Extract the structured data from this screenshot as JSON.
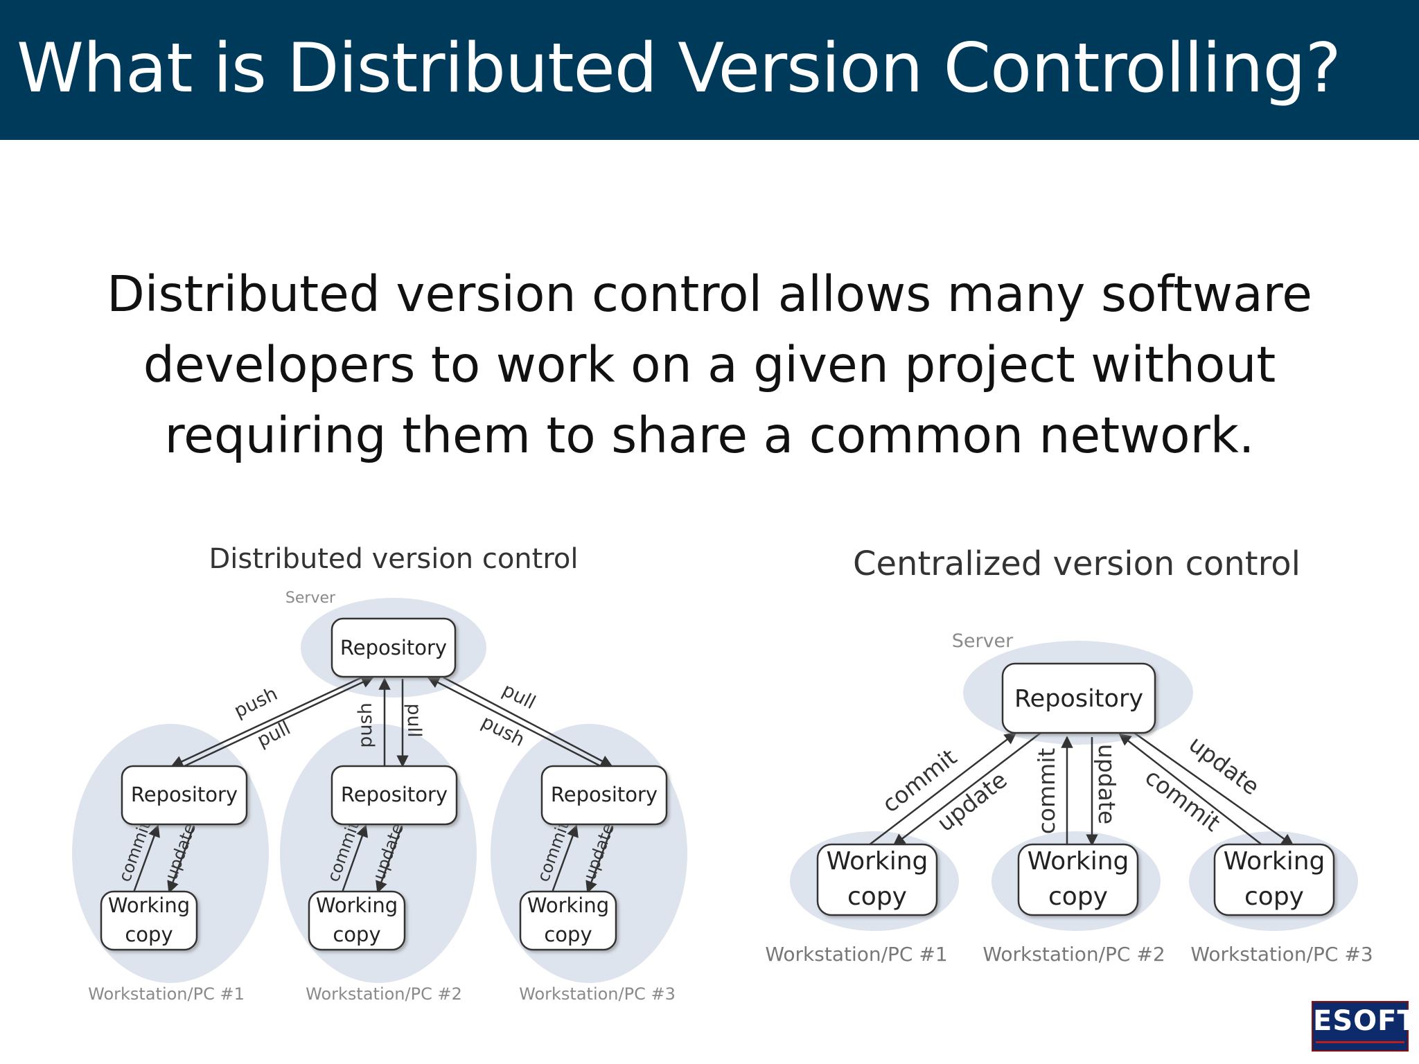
{
  "slide": {
    "title": "What is Distributed Version Controlling?",
    "body_lines": [
      "Distributed version control allows many software",
      "developers to work on a given project without",
      "requiring them to share a common network."
    ]
  },
  "distributed": {
    "title": "Distributed version control",
    "server_label": "Server",
    "repository_label": "Repository",
    "working_copy_lines": [
      "Working",
      "copy"
    ],
    "workstations": [
      "Workstation/PC #1",
      "Workstation/PC #2",
      "Workstation/PC #3"
    ],
    "edge_labels": {
      "push": "push",
      "pull": "pull",
      "commit": "commit",
      "update": "update"
    }
  },
  "centralized": {
    "title": "Centralized version control",
    "server_label": "Server",
    "repository_label": "Repository",
    "working_copy_lines": [
      "Working",
      "copy"
    ],
    "workstations": [
      "Workstation/PC #1",
      "Workstation/PC #2",
      "Workstation/PC #3"
    ],
    "edge_labels": {
      "commit": "commit",
      "update": "update"
    }
  },
  "logo": {
    "text": "ESOFT"
  },
  "colors": {
    "title_bar": "#003a5a",
    "ellipse_fill": "#dde4ee",
    "arrow": "#333333"
  }
}
